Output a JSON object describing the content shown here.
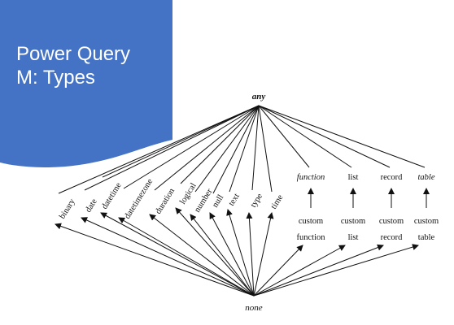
{
  "slide": {
    "title_line1": "Power Query",
    "title_line2": "M: Types",
    "accent_color": "#4472c4"
  },
  "diagram": {
    "top": "any",
    "bottom": "none",
    "primitive_types": [
      "binary",
      "date",
      "datetime",
      "datetimezone",
      "duration",
      "logical",
      "number",
      "null",
      "text",
      "type",
      "time"
    ],
    "abstract_types": [
      "function",
      "list",
      "record",
      "table"
    ],
    "custom_types": [
      {
        "line1": "custom",
        "line2": "function"
      },
      {
        "line1": "custom",
        "line2": "list"
      },
      {
        "line1": "custom",
        "line2": "record"
      },
      {
        "line1": "custom",
        "line2": "table"
      }
    ]
  }
}
